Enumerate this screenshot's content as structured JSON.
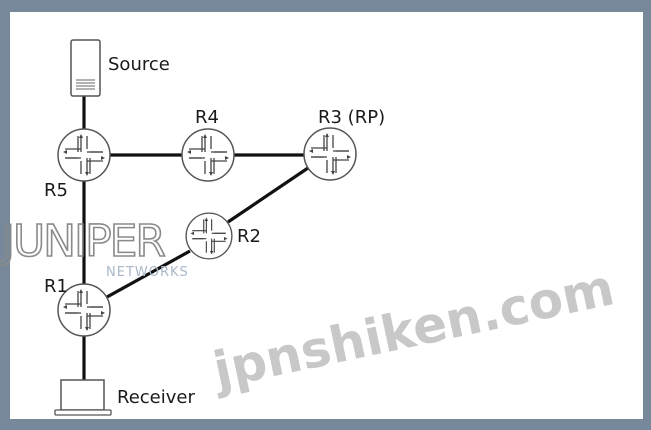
{
  "diagram": {
    "nodes": {
      "source": "Source",
      "receiver": "Receiver",
      "r1": "R1",
      "r2": "R2",
      "r3": "R3 (RP)",
      "r4": "R4",
      "r5": "R5"
    },
    "links": [
      [
        "Source",
        "R5"
      ],
      [
        "R5",
        "R4"
      ],
      [
        "R4",
        "R3 (RP)"
      ],
      [
        "R5",
        "R1"
      ],
      [
        "R3 (RP)",
        "R2"
      ],
      [
        "R2",
        "R1"
      ],
      [
        "R1",
        "Receiver"
      ]
    ]
  },
  "watermarks": {
    "site": "jpnshiken.com",
    "logo": "JUNIPER",
    "logo_sub": "NETWORKS"
  },
  "colors": {
    "frame": "#768899",
    "watermark": "#c8c8c8"
  }
}
